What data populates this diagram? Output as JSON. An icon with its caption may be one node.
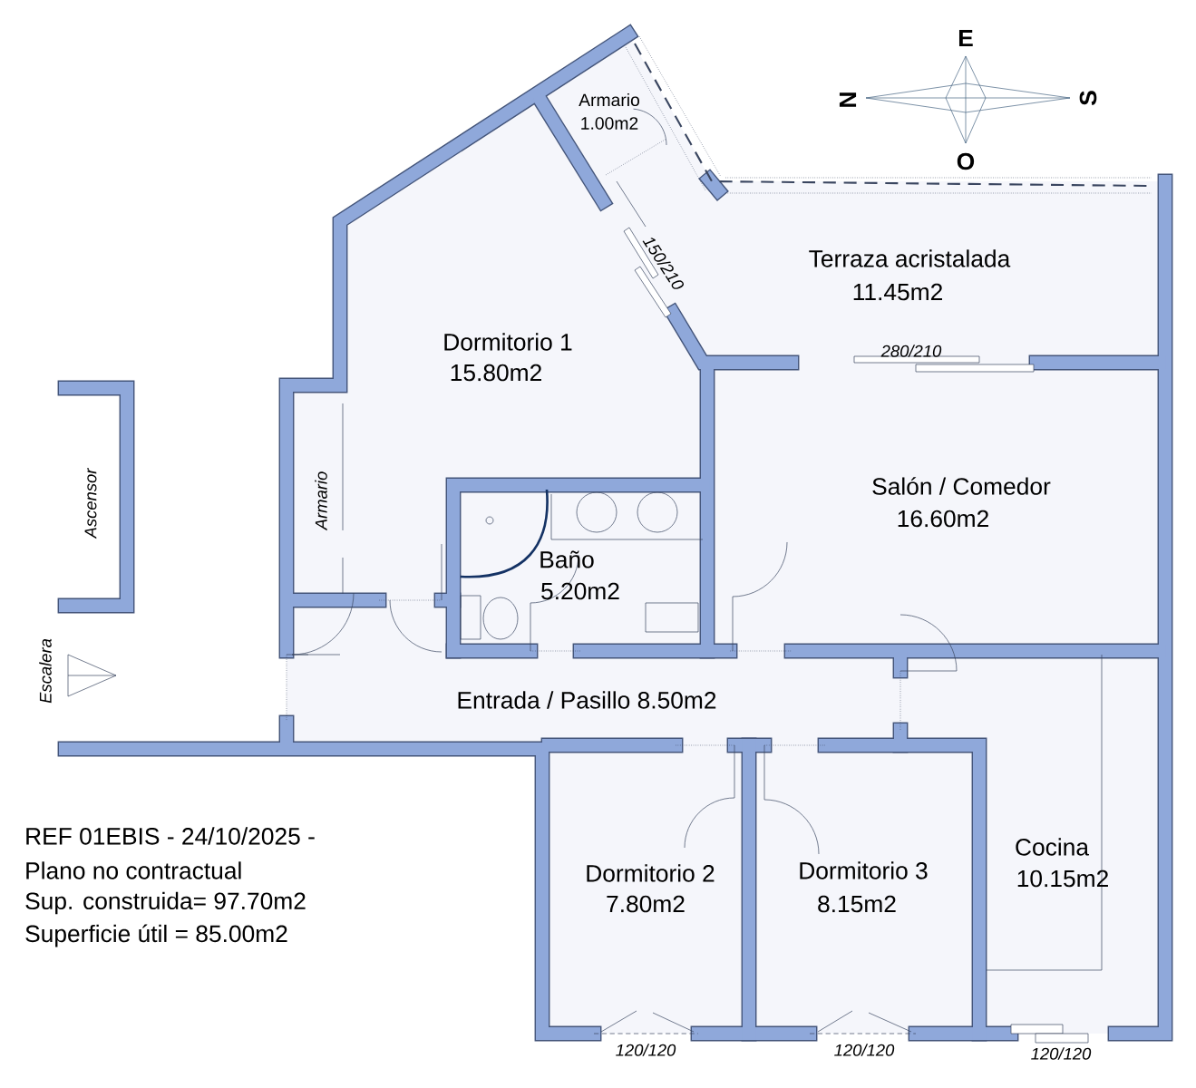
{
  "diagram": {
    "labels": [
      "E",
      "N",
      "S",
      "O",
      "Armario",
      "1.00m2",
      "150/210",
      "Terraza acristalada",
      "11.45m2",
      "Dormitorio 1",
      "15.80m2",
      "280/210",
      "Ascensor",
      "Armario",
      "Salón / Comedor",
      "16.60m2",
      "Baño",
      "5.20m2",
      "Escalera",
      "Entrada / Pasillo 8.50m2",
      "REF 01EBIS - 24/10/2025 -",
      "Plano no contractual",
      "Sup. construida= 97.70m2",
      "Superficie útil = 85.00m2",
      "Cocina",
      "Dormitorio 2",
      "Dormitorio 3",
      "10.15m2",
      "7.80m2",
      "8.15m2",
      "120/120",
      "120/120",
      "120/120"
    ]
  }
}
